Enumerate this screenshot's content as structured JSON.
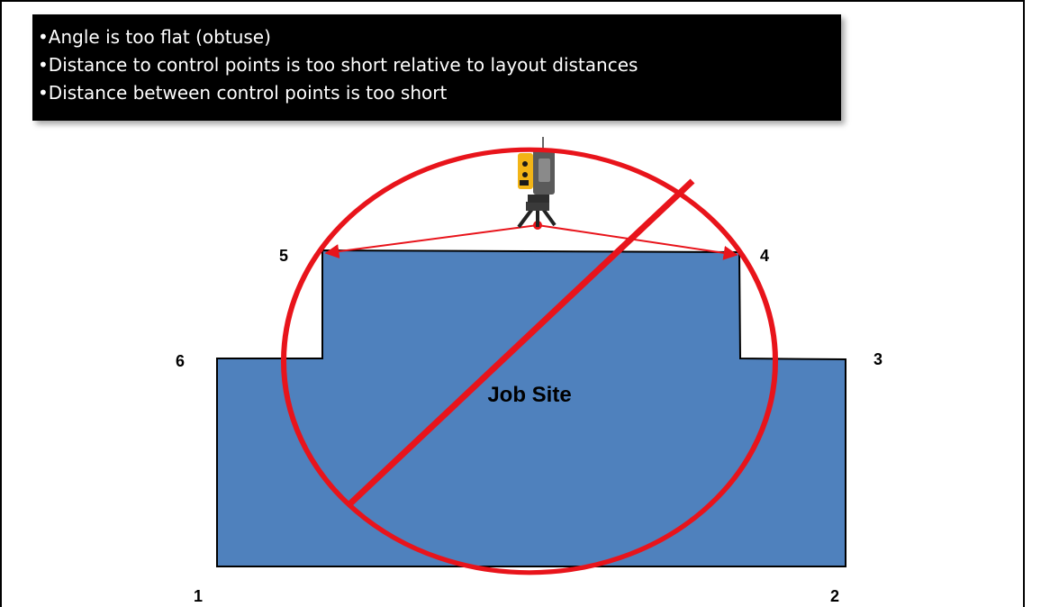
{
  "notes": {
    "items": [
      "•Angle is too flat (obtuse)",
      "•Distance to control points is too short relative to layout distances",
      "•Distance between control points is too short"
    ]
  },
  "diagram": {
    "site_label": "Job Site",
    "points": {
      "p1": "1",
      "p2": "2",
      "p3": "3",
      "p4": "4",
      "p5": "5",
      "p6": "6"
    },
    "colors": {
      "site_fill": "#4f81bd",
      "outline": "#000000",
      "prohibition": "#e8141b",
      "sight_lines": "#e8141b",
      "note_background": "#000000",
      "note_text": "#ffffff"
    },
    "icons": {
      "instrument": "total-station-icon",
      "overlay": "prohibition-sign"
    }
  }
}
